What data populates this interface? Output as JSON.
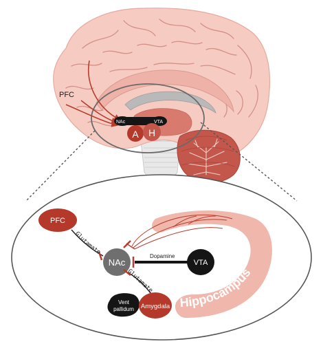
{
  "colors": {
    "brain_outer": "#f6cbc2",
    "brain_inner": "#eeb2a8",
    "sulcus": "#c87a72",
    "pathway": "#b63d2e",
    "dark_region": "#b5392b",
    "black": "#151515",
    "gray_node": "#6f6f6f",
    "hippocampus": "#f0b8ad",
    "ellipse_stroke": "#555555",
    "cerebellum": "#c4574c"
  },
  "brain": {
    "pfc_label": "PFC",
    "nac_label": "NAc",
    "vta_label": "VTA",
    "a_label": "A",
    "h_label": "H"
  },
  "detail": {
    "pfc_label": "PFC",
    "nac_label": "NAc",
    "vta_label": "VTA",
    "dopamine_label": "Dopamine",
    "glutamate_top": "Glutamate",
    "glutamate_bottom": "Glutamate",
    "vent_pallidum_line1": "Vent",
    "vent_pallidum_line2": "pallidum",
    "amygdala_label": "Amygdala",
    "hippocampus_label": "Hippocampus"
  }
}
